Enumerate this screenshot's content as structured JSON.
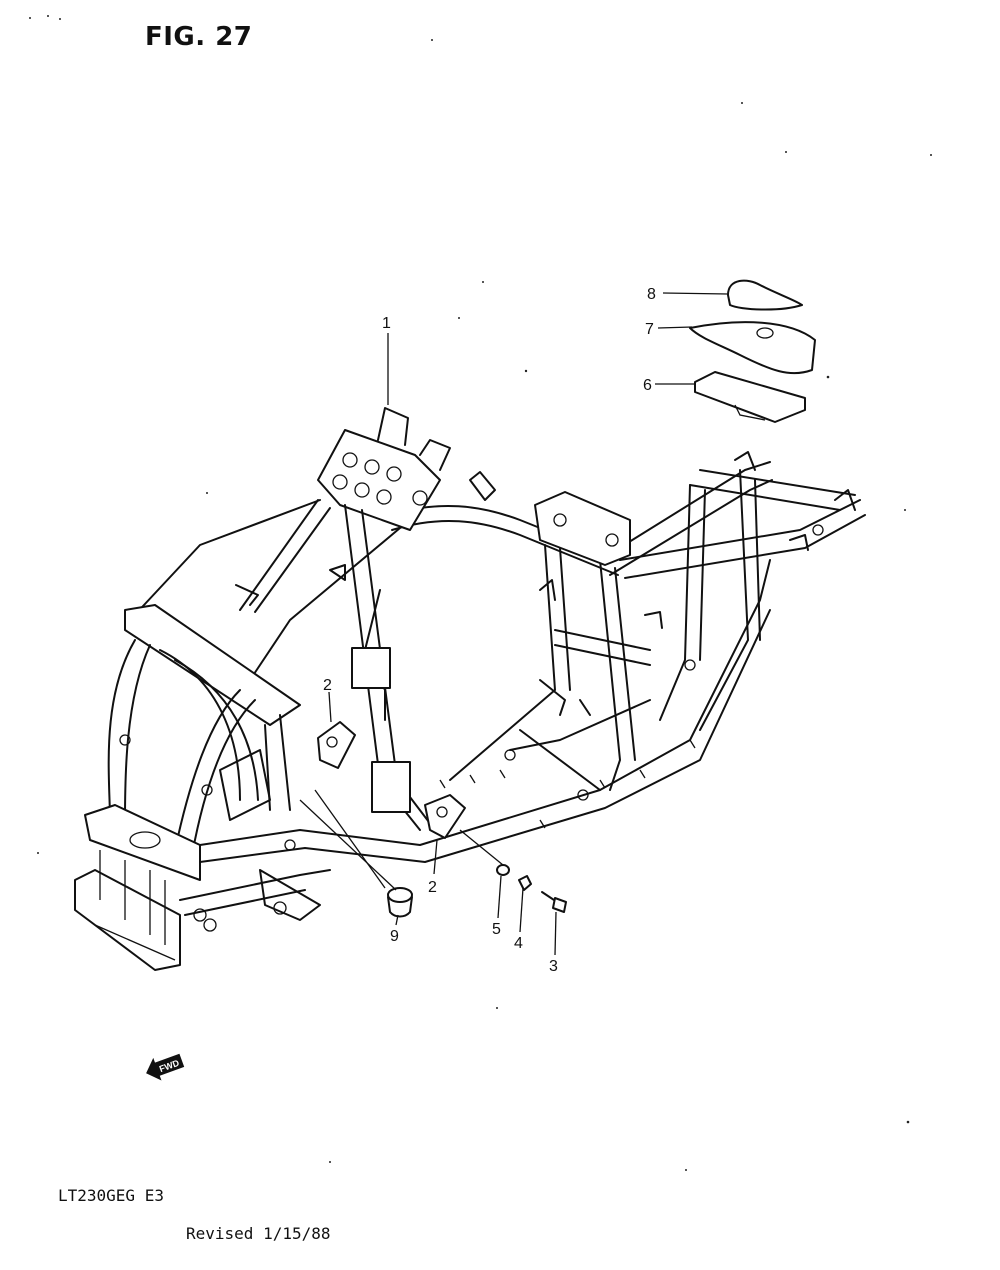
{
  "header": {
    "figure_title": "FIG. 27"
  },
  "footer": {
    "model_code": "LT230GEG E3",
    "revised": "Revised 1/15/88"
  },
  "direction_badge": {
    "label": "FWD"
  },
  "callouts": [
    {
      "id": "c1",
      "label": "1"
    },
    {
      "id": "c2a",
      "label": "2"
    },
    {
      "id": "c2b",
      "label": "2"
    },
    {
      "id": "c3",
      "label": "3"
    },
    {
      "id": "c4",
      "label": "4"
    },
    {
      "id": "c5",
      "label": "5"
    },
    {
      "id": "c6",
      "label": "6"
    },
    {
      "id": "c7",
      "label": "7"
    },
    {
      "id": "c8",
      "label": "8"
    },
    {
      "id": "c9",
      "label": "9"
    }
  ]
}
